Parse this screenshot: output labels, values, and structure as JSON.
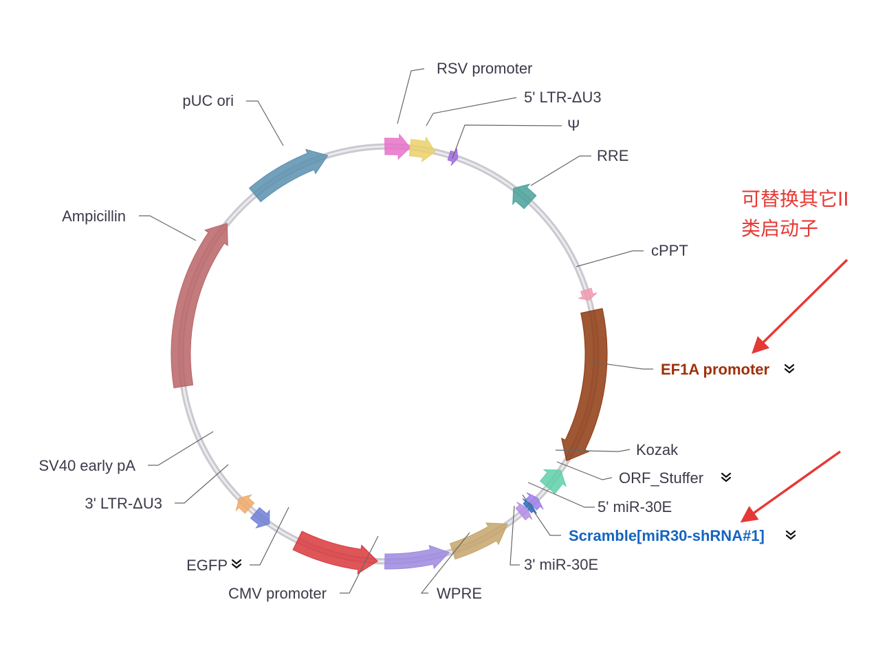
{
  "colors": {
    "backbone": "#c9c9cf",
    "pUC_ori": "#5b8fae",
    "Ampicillin": "#b86466",
    "RSV_promoter": "#e872c9",
    "LTR5": "#ead06a",
    "psi": "#a06ae0",
    "RRE": "#4aa19a",
    "cPPT": "#f09aae",
    "EF1A": "#8f3a10",
    "Kozak": "#5fcfa8",
    "miR5": "#9b7ee8",
    "scramble": "#1f6fbf",
    "miR3": "#b58ce6",
    "WPRE": "#c6a56b",
    "CMV": "#9f88e0",
    "EGFP": "#d9383c",
    "LTR3": "#6f7fd6",
    "SV40": "#f0a968",
    "ef1a_label": "#a0300a",
    "orf_label": "#5fc9a5",
    "scramble_label": "#1565c0",
    "egfp_label": "#e0242a",
    "annotation": "#e53935"
  },
  "labels": {
    "rsv": "RSV promoter",
    "ltr5": "5' LTR-ΔU3",
    "psi": "Ψ",
    "rre": "RRE",
    "cppt": "cPPT",
    "ef1a": "EF1A promoter",
    "kozak": "Kozak",
    "orf": "ORF_Stuffer",
    "mir5": "5' miR-30E",
    "scramble": "Scramble[miR30-shRNA#1]",
    "mir3": "3' miR-30E",
    "wpre": "WPRE",
    "cmv": "CMV promoter",
    "egfp": "EGFP",
    "ltr3": "3' LTR-ΔU3",
    "sv40": "SV40 early pA",
    "amp": "Ampicillin",
    "puc": "pUC ori"
  },
  "annotation": {
    "line1": "可替换其它II",
    "line2": "类启动子"
  }
}
